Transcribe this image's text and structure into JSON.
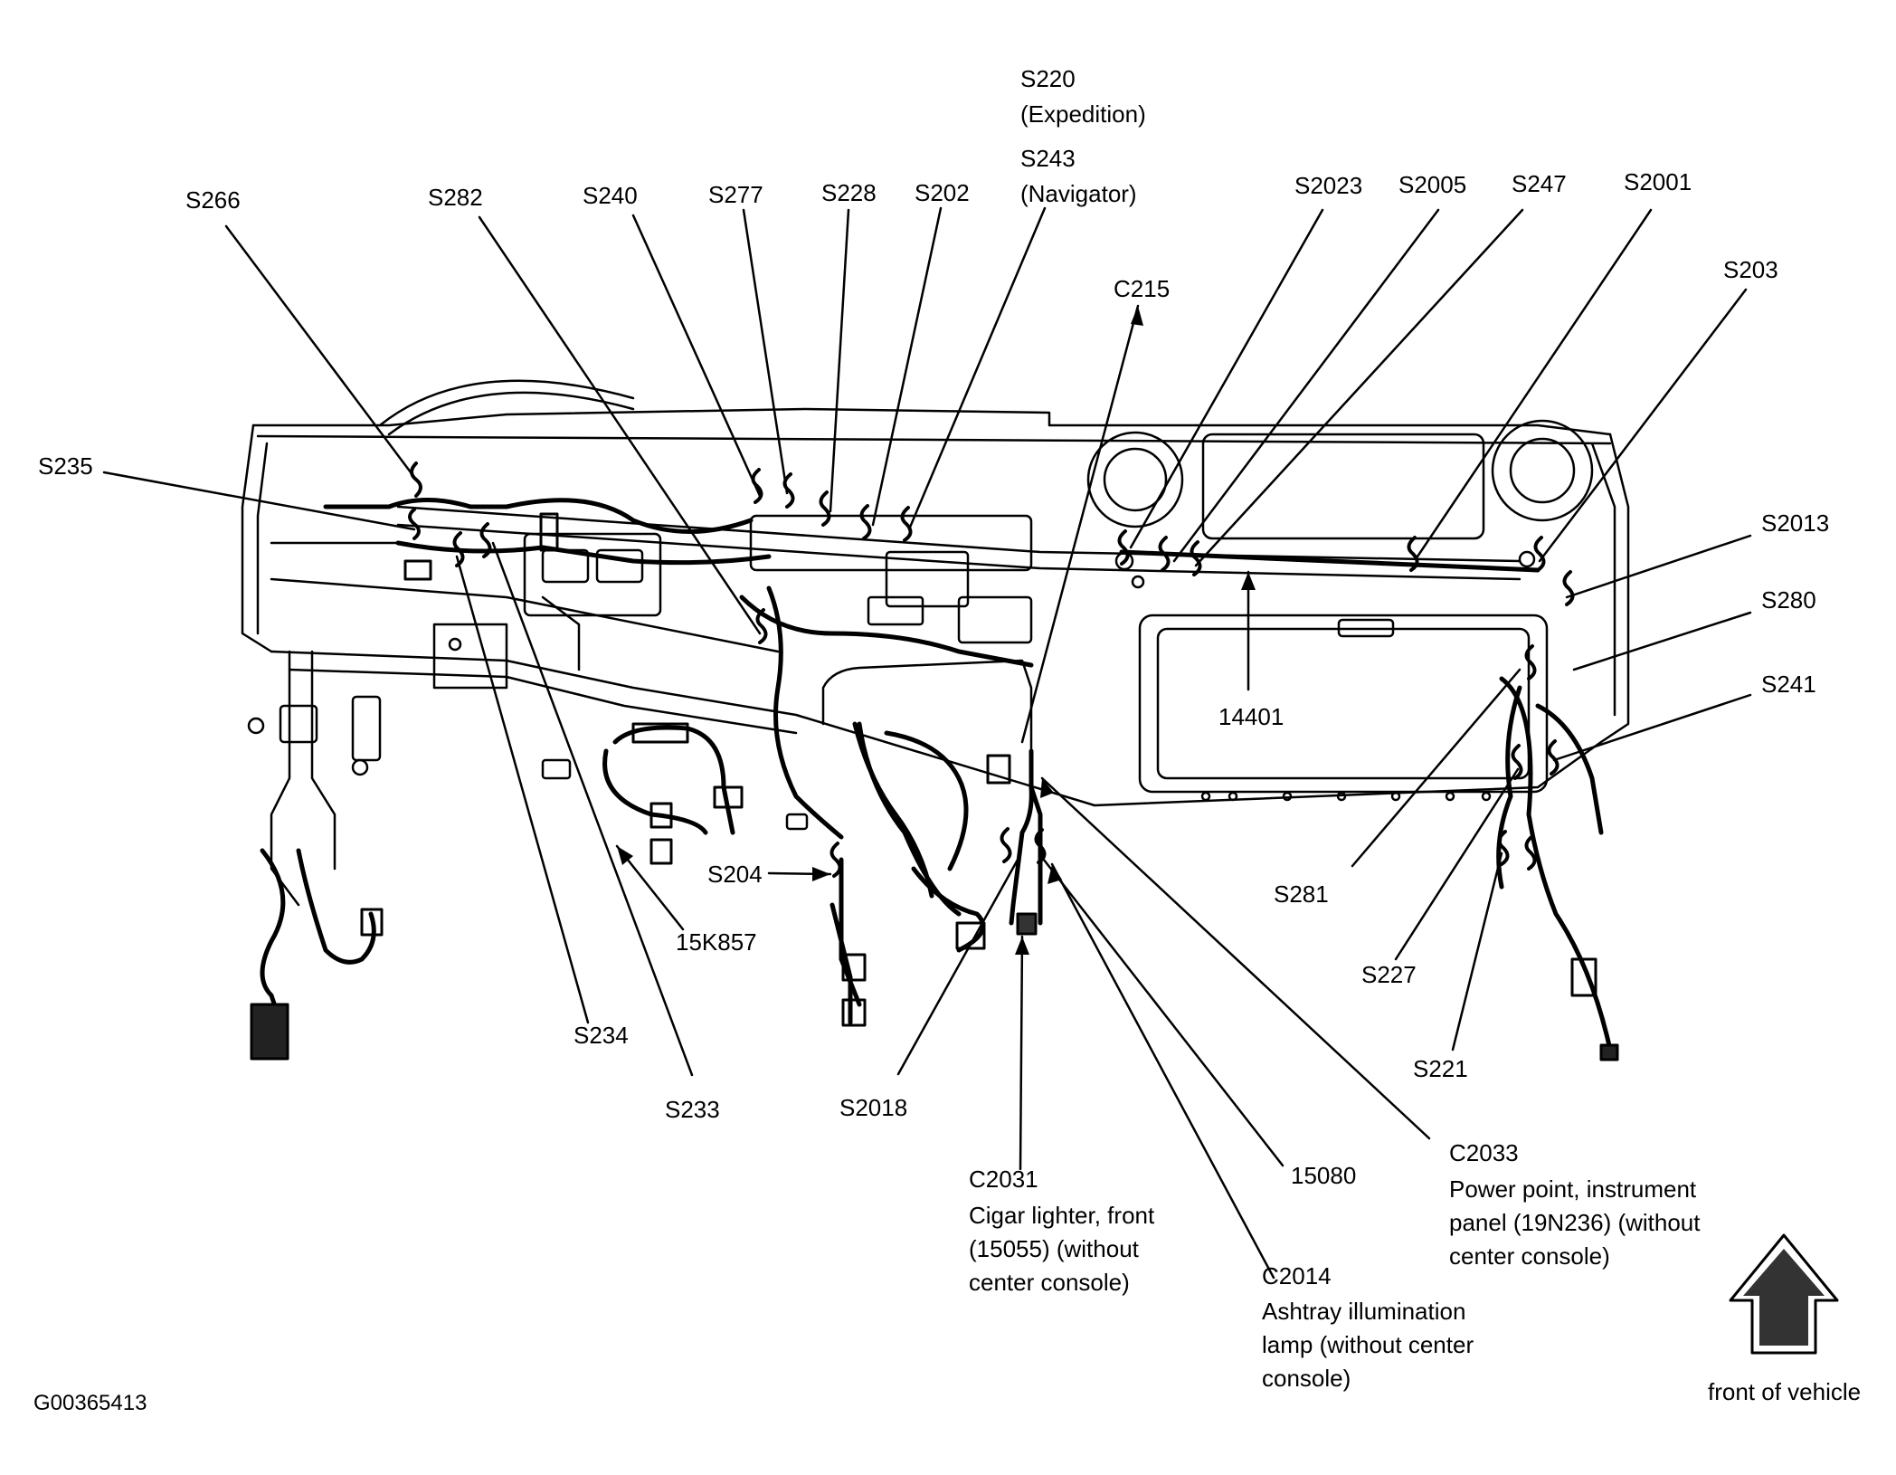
{
  "figure_id": "G00365413",
  "orientation": "front of vehicle",
  "labels": {
    "s266": "S266",
    "s282": "S282",
    "s240": "S240",
    "s277": "S277",
    "s228": "S228",
    "s202": "S202",
    "s220": "S220",
    "s220_note": "(Expedition)",
    "s243": "S243",
    "s243_note": "(Navigator)",
    "c215": "C215",
    "s2023": "S2023",
    "s2005": "S2005",
    "s247": "S247",
    "s2001": "S2001",
    "s203": "S203",
    "s235": "S235",
    "s2013": "S2013",
    "s280": "S280",
    "s241": "S241",
    "p14401": "14401",
    "s281": "S281",
    "s227": "S227",
    "s221": "S221",
    "s204": "S204",
    "p15k857": "15K857",
    "s234": "S234",
    "s233": "S233",
    "s2018": "S2018",
    "c2031": "C2031",
    "c2031_desc": [
      "Cigar lighter, front",
      "(15055) (without",
      "center console)"
    ],
    "p15080": "15080",
    "c2014": "C2014",
    "c2014_desc": [
      "Ashtray illumination",
      "lamp (without center",
      "console)"
    ],
    "c2033": "C2033",
    "c2033_desc": [
      "Power point, instrument",
      "panel (19N236) (without",
      "center console)"
    ]
  }
}
